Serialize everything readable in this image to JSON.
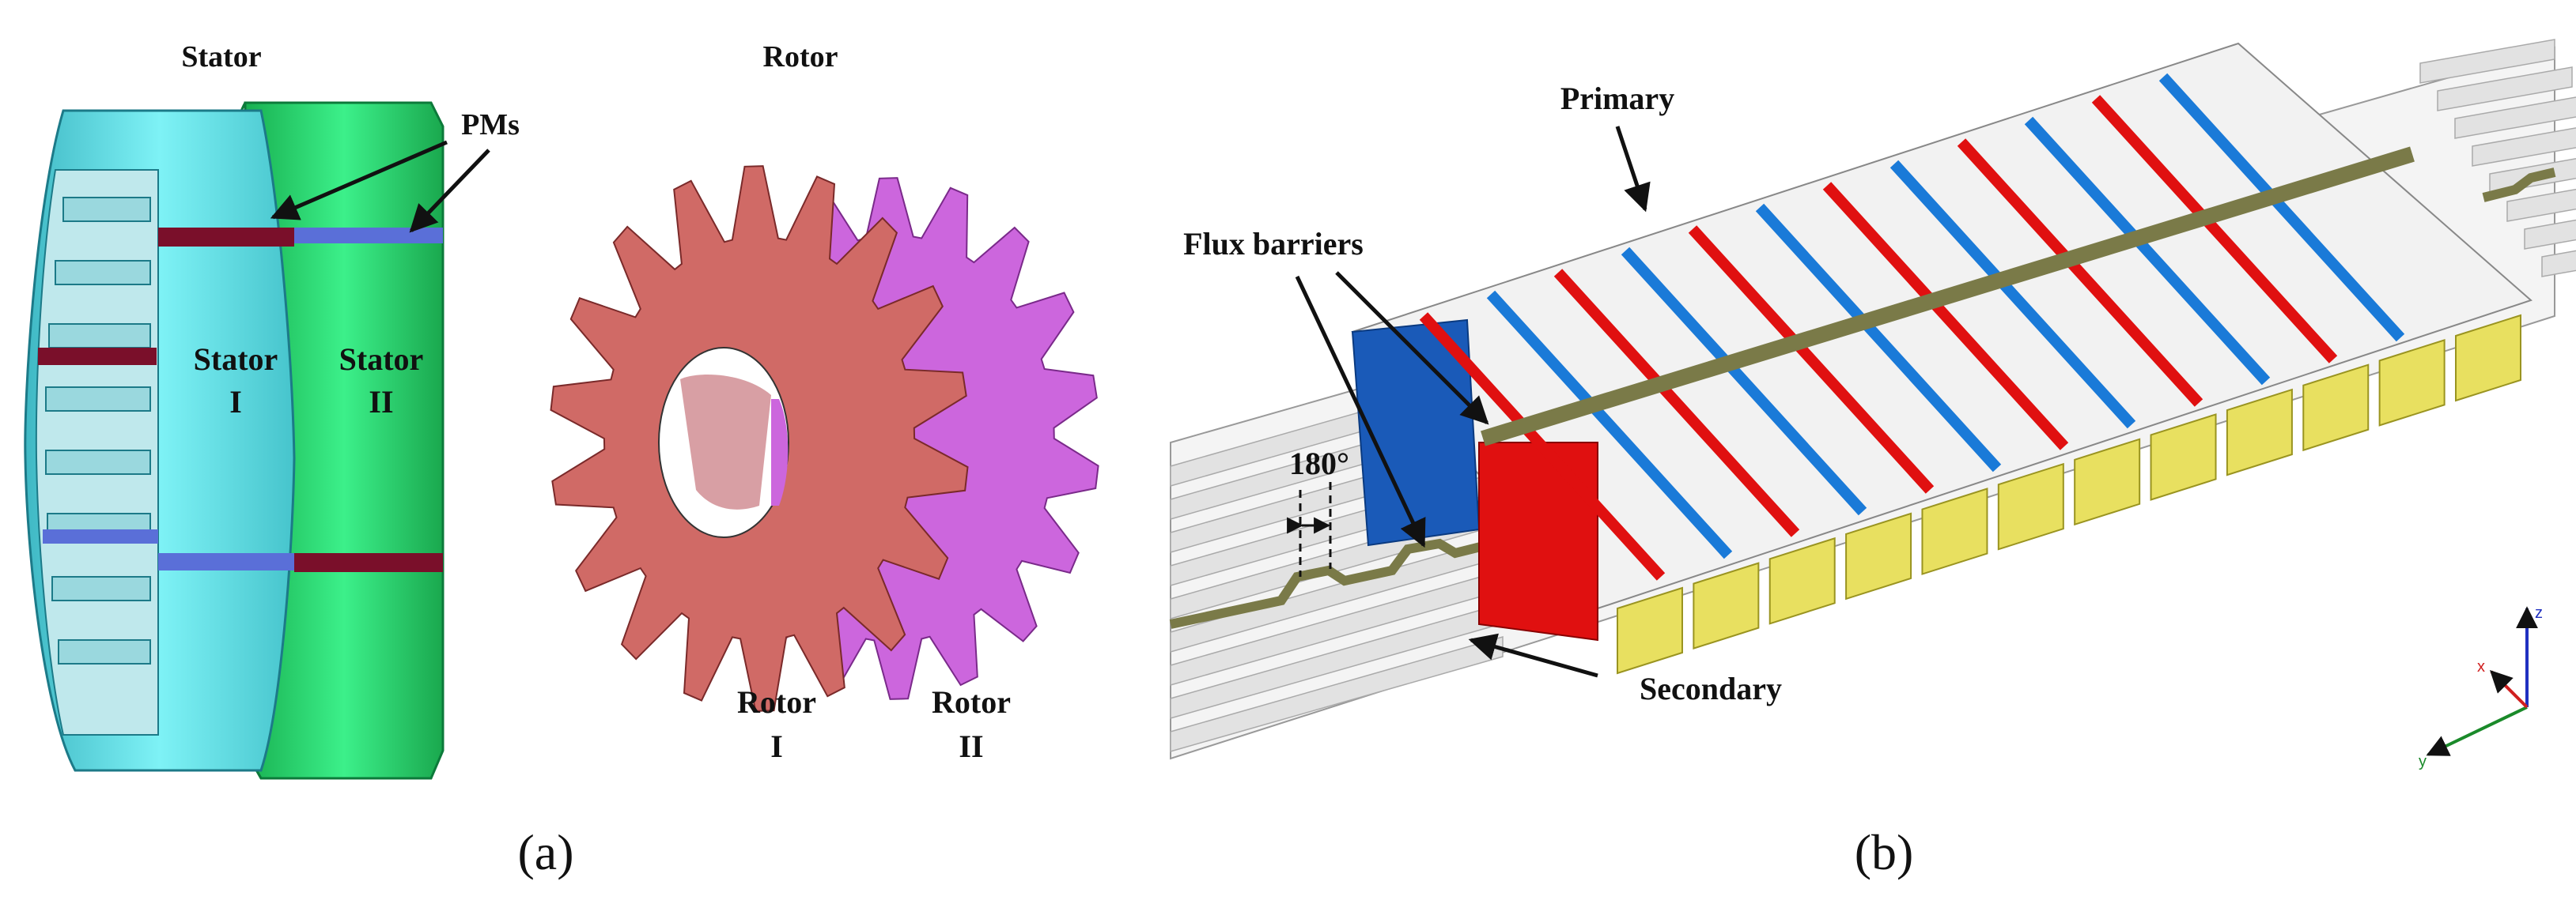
{
  "panel_a": {
    "caption": "(a)",
    "labels": {
      "stator": "Stator",
      "rotor": "Rotor",
      "pms": "PMs",
      "stator_1_line1": "Stator",
      "stator_1_line2": "I",
      "stator_2_line1": "Stator",
      "stator_2_line2": "II",
      "rotor_1_line1": "Rotor",
      "rotor_1_line2": "I",
      "rotor_2_line1": "Rotor",
      "rotor_2_line2": "II"
    }
  },
  "panel_b": {
    "caption": "(b)",
    "labels": {
      "primary": "Primary",
      "flux_barriers": "Flux barriers",
      "secondary": "Secondary",
      "angle": "180°"
    },
    "axis_triad": {
      "x": "x",
      "y": "y",
      "z": "z"
    }
  },
  "colors": {
    "stator_1": "#66e0e6",
    "stator_2": "#22cc66",
    "pm_dark": "#7a0f2a",
    "pm_blue": "#5a6fd8",
    "rotor_1": "#d06a66",
    "rotor_2": "#cc66dd",
    "coil_yellow": "#e8e060",
    "stripe_red": "#e01010",
    "stripe_blue": "#1a7ad8",
    "barrier": "#7a7a48",
    "secondary_grey": "#f2f2f2"
  }
}
